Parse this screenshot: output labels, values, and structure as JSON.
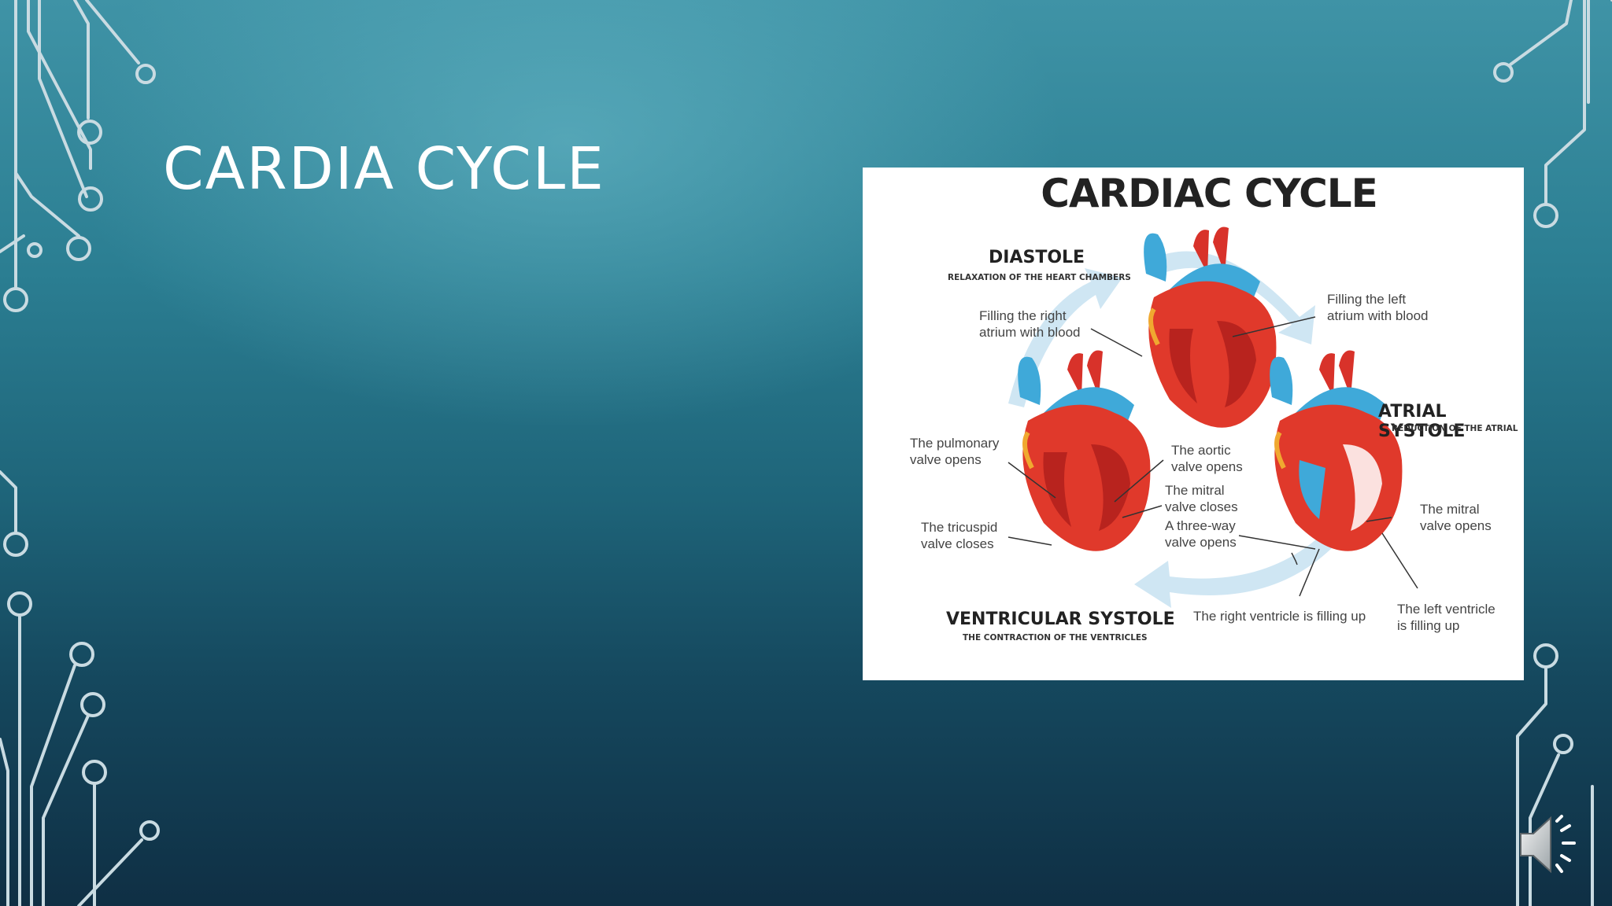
{
  "slide": {
    "title": "CARDIA CYCLE"
  },
  "figure": {
    "title": "CARDIAC CYCLE",
    "phases": {
      "diastole": {
        "name": "DIASTOLE",
        "subtitle": "RELAXATION OF THE HEART CHAMBERS"
      },
      "atrial_systole": {
        "name": "ATRIAL SYSTOLE",
        "subtitle": "REDUCTION OF THE ATRIAL"
      },
      "ventricular_systole": {
        "name": "VENTRICULAR SYSTOLE",
        "subtitle": "THE CONTRACTION OF THE VENTRICLES"
      }
    },
    "labels": {
      "filling_right_atrium": "Filling the right\natrium with blood",
      "filling_left_atrium": "Filling the left\natrium with blood",
      "pulmonary_valve": "The pulmonary\nvalve opens",
      "tricuspid_valve": "The tricuspid\nvalve closes",
      "aortic_valve": "The aortic\nvalve opens",
      "mitral_closes": "The mitral\nvalve closes",
      "three_way_valve": "A three-way\nvalve opens",
      "mitral_opens": "The mitral\nvalve opens",
      "right_ventricle": "The right ventricle is filling up",
      "left_ventricle": "The left ventricle\nis filling up"
    }
  },
  "icons": {
    "audio": "speaker-icon",
    "decoration": "circuit-lines"
  },
  "colors": {
    "background_top": "#3f93a6",
    "background_bottom": "#0f2f44",
    "heart_red": "#e0392b",
    "vessel_blue": "#3fa9d9",
    "circuit": "#c9dbe2"
  }
}
